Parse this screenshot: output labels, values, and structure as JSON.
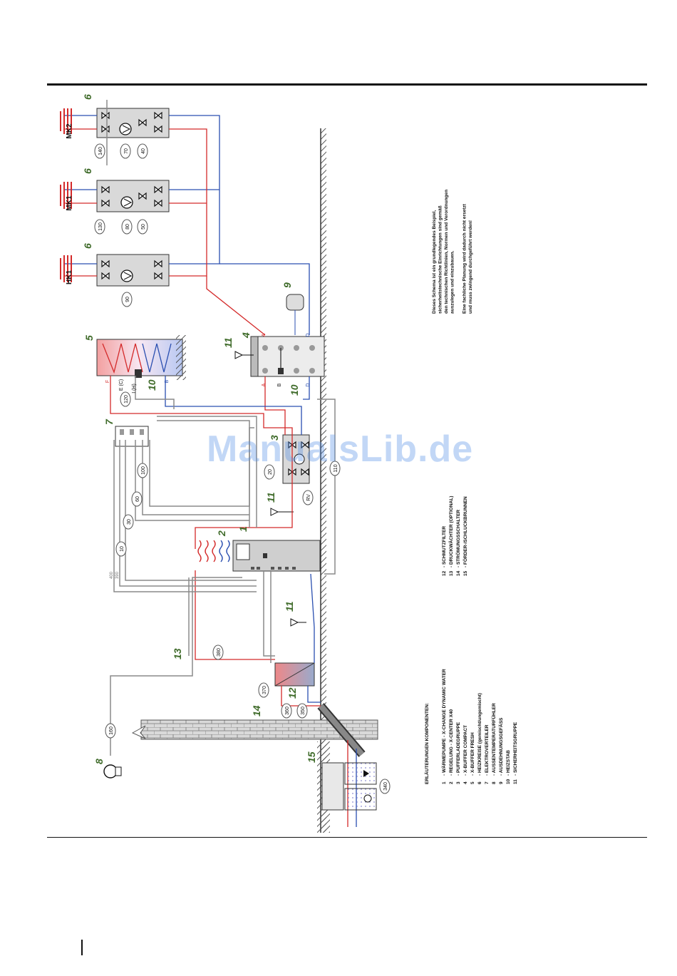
{
  "colors": {
    "flow": "#d42a2a",
    "return": "#2a4fb0",
    "cable": "#8a8a8a",
    "number": "#3f6b2a",
    "wall": "#555555"
  },
  "circuits": [
    {
      "label": "MK2",
      "group": "6",
      "sensors": [
        "140",
        "70",
        "40"
      ]
    },
    {
      "label": "MK1",
      "group": "6",
      "sensors": [
        "130",
        "80",
        "50"
      ]
    },
    {
      "label": "HK1",
      "group": "6",
      "sensors": [
        "90"
      ]
    }
  ],
  "numbers": {
    "n1": "1",
    "n2": "2",
    "n3": "3",
    "n4": "4",
    "n5": "5",
    "n7": "7",
    "n8": "8",
    "n9": "9",
    "n10a": "10",
    "n10b": "10",
    "n11a": "11",
    "n11b": "11",
    "n11c": "11",
    "n12": "12",
    "n13": "13",
    "n14": "14",
    "n15": "15"
  },
  "port_letters": {
    "a1": "A",
    "a2": "A",
    "b1": "B",
    "b2": "B",
    "d1": "D",
    "d2": "D",
    "e": "E (C)",
    "f": "F",
    "ih": "I (H)"
  },
  "sensor_tags": {
    "s120": "120",
    "s20": "20",
    "s110": "110",
    "s100": "100",
    "s60": "60",
    "s30": "30",
    "s10": "10",
    "s160": "160",
    "s380": "380",
    "s370": "370",
    "s360": "360",
    "s350": "350",
    "s340": "340",
    "rv": "RV",
    "s400": "400",
    "s390": "390"
  },
  "note": [
    "Dieses Schema ist ein grundlegendes Beispiel,",
    "sicherheitstechnische Einrichtungen sind gemäß",
    "den technischen Richtlinien, Normen und Verordnungen",
    "auszulegen und einzubauen.",
    "",
    "Eine fachliche Planung wird dadurch nicht ersetzt",
    "und muss zwingend durchgeführt werden!"
  ],
  "legend": {
    "title": "ERLÄUTERUNGEN KOMPONENTEN:",
    "col1": [
      {
        "n": "1",
        "t": "- WÄRMEPUMPE - X-CHANGE DYNAMIC WATER"
      },
      {
        "n": "2",
        "t": "- REGELUNG - X-CENTER X40"
      },
      {
        "n": "3",
        "t": "- PUFFERLADEGRUPPE"
      },
      {
        "n": "4",
        "t": "- X-BUFFER COMPACT"
      },
      {
        "n": "5",
        "t": "- X-BUFFER FRESH"
      },
      {
        "n": "6",
        "t": "- HEIZKREISE (gemischt/ungemischt)"
      },
      {
        "n": "7",
        "t": "- ELEKTROVERTEILER"
      },
      {
        "n": "8",
        "t": "- AUSSENTEMPERATURFÜHLER"
      },
      {
        "n": "9",
        "t": "- AUSDEHNUNGSGEFÄSS"
      },
      {
        "n": "10",
        "t": "- HEIZSTAB"
      },
      {
        "n": "11",
        "t": "- SICHERHEITSGRUPPE"
      }
    ],
    "col2": [
      {
        "n": "12",
        "t": "- SCHMUTZFILTER"
      },
      {
        "n": "13",
        "t": "- DRUCKWÄCHTER (OPTIONAL)"
      },
      {
        "n": "14",
        "t": "- STRÖMUNGSSCHALTER"
      },
      {
        "n": "15",
        "t": "- FÖRDER-/SCHLUCKBRUNNEN"
      }
    ]
  },
  "watermark": "ManualsLib.de"
}
